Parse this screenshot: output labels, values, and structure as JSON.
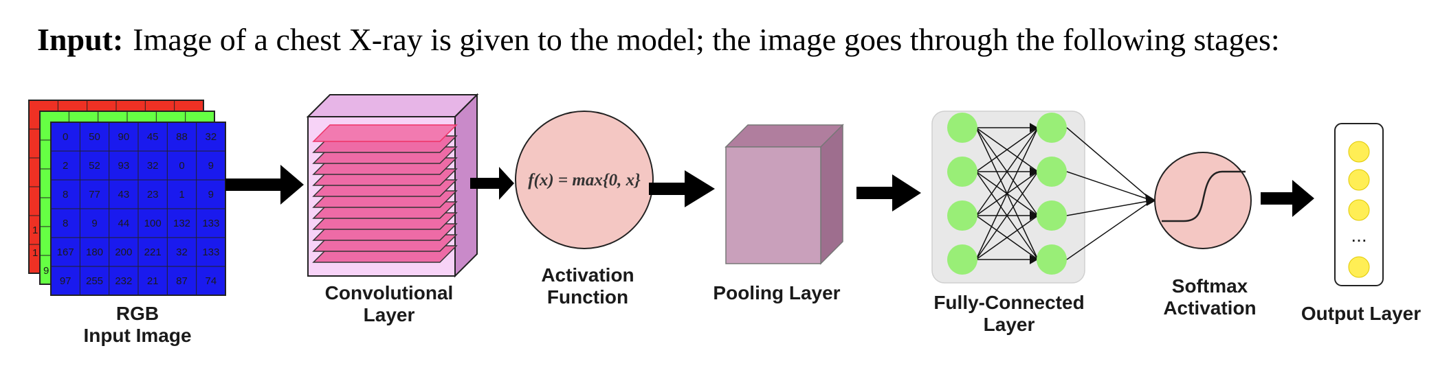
{
  "title": {
    "prefix": "Input:",
    "text": "Image of a chest X-ray is given to the model; the image goes through the following stages:"
  },
  "stages": {
    "rgb": {
      "label_line1": "RGB",
      "label_line2": "Input Image"
    },
    "conv": {
      "label_line1": "Convolutional",
      "label_line2": "Layer"
    },
    "activation": {
      "label_line1": "Activation",
      "label_line2": "Function",
      "formula": "f(x) = max{0, x}"
    },
    "pooling": {
      "label": "Pooling Layer"
    },
    "fc": {
      "label_line1": "Fully-Connected",
      "label_line2": "Layer"
    },
    "softmax": {
      "label_line1": "Softmax",
      "label_line2": "Activation"
    },
    "output": {
      "label": "Output Layer",
      "ellipsis": "..."
    }
  },
  "matrix": {
    "back_row_labels": [
      "1",
      "1",
      "9"
    ],
    "rows": [
      [
        "0",
        "50",
        "90",
        "45",
        "88",
        "32"
      ],
      [
        "2",
        "52",
        "93",
        "32",
        "0",
        "9"
      ],
      [
        "8",
        "77",
        "43",
        "23",
        "1",
        "9"
      ],
      [
        "8",
        "9",
        "44",
        "100",
        "132",
        "133"
      ],
      [
        "167",
        "180",
        "200",
        "221",
        "32",
        "133"
      ],
      [
        "97",
        "255",
        "232",
        "21",
        "87",
        "74"
      ]
    ]
  },
  "colors": {
    "red_channel": "#ee3124",
    "green_channel": "#66ff44",
    "blue_channel": "#1a1aee",
    "conv_box": "#f7d3f7",
    "conv_filter": "#ee6ba6",
    "activation_circle": "#f4c7c3",
    "pooling_box": "#c9a0bb",
    "fc_panel": "#e8e8e8",
    "neuron": "#99ee77",
    "output_neuron": "#ffee55"
  }
}
